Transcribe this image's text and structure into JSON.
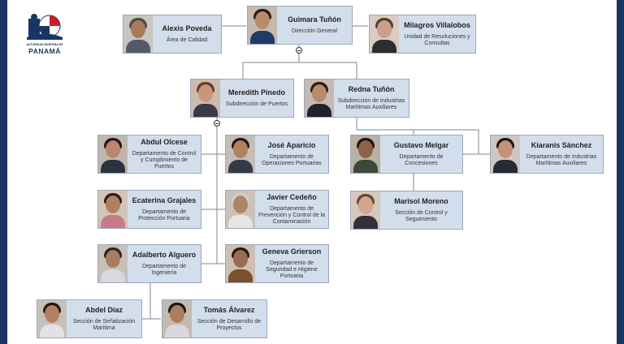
{
  "logo": {
    "line1": "AUTORIDAD MARÍTIMA DE",
    "line2": "PANAMÁ"
  },
  "nodes": {
    "guimara": {
      "name": "Guimara Tuñón",
      "title": "Dirección General"
    },
    "alexis": {
      "name": "Alexis Poveda",
      "title": "Área de Calidad"
    },
    "milagros": {
      "name": "Milagros Villalobos",
      "title": "Unidad de Resoluciones y Consultas"
    },
    "meredith": {
      "name": "Meredith Pinedo",
      "title": "Subdirección de Puertos"
    },
    "redna": {
      "name": "Redna Tuñón",
      "title": "Subdirección de Industrias Marítimas Auxiliares"
    },
    "abdul": {
      "name": "Abdul Olcese",
      "title": "Departamento de Control y Cumplimiento de Puertos"
    },
    "jose": {
      "name": "José Aparicio",
      "title": "Departamento de Operaciones Portuarias"
    },
    "gustavo": {
      "name": "Gustavo Melgar",
      "title": "Departamento de Concesiones"
    },
    "kiaranis": {
      "name": "Kiaranis Sánchez",
      "title": "Departamento de Industrias Marítimas Auxiliares"
    },
    "ecaterina": {
      "name": "Ecaterina Grajales",
      "title": "Departamento de Protección Portuaria"
    },
    "javier": {
      "name": "Javier Cedeño",
      "title": "Departamento de Prevención y Control de la Contaminación"
    },
    "marisol": {
      "name": "Marisol Moreno",
      "title": "Sección de Control y Seguimiento"
    },
    "adalberto": {
      "name": "Adalberto Alguero",
      "title": "Departamento de Ingeniería"
    },
    "geneva": {
      "name": "Geneva Grierson",
      "title": "Departamento de Seguridad e Higiene Portuaria"
    },
    "abdel": {
      "name": "Abdel Díaz",
      "title": "Sección de Señalización Marítima"
    },
    "tomas": {
      "name": "Tomás Álvarez",
      "title": "Sección de Desarrollo de Proyectos"
    }
  }
}
